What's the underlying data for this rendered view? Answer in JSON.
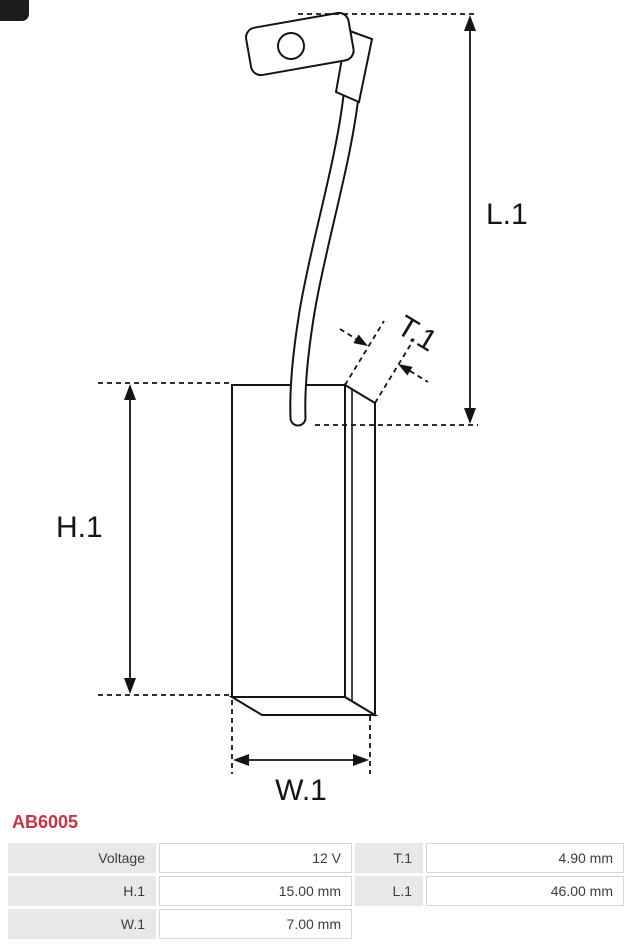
{
  "part_number": "AB6005",
  "diagram_labels": {
    "length": "L.1",
    "height": "H.1",
    "width": "W.1",
    "thickness": "T.1"
  },
  "specs": {
    "rows": [
      {
        "label_left": "Voltage",
        "value_left": "12 V",
        "label_right": "T.1",
        "value_right": "4.90 mm"
      },
      {
        "label_left": "H.1",
        "value_left": "15.00 mm",
        "label_right": "L.1",
        "value_right": "46.00 mm"
      },
      {
        "label_left": "W.1",
        "value_left": "7.00 mm",
        "label_right": "",
        "value_right": ""
      }
    ]
  },
  "colors": {
    "accent_red": "#cc3340",
    "label_cell_bg": "#e8e8e8",
    "cell_border": "#d6d6d6",
    "line_color": "#141414"
  }
}
